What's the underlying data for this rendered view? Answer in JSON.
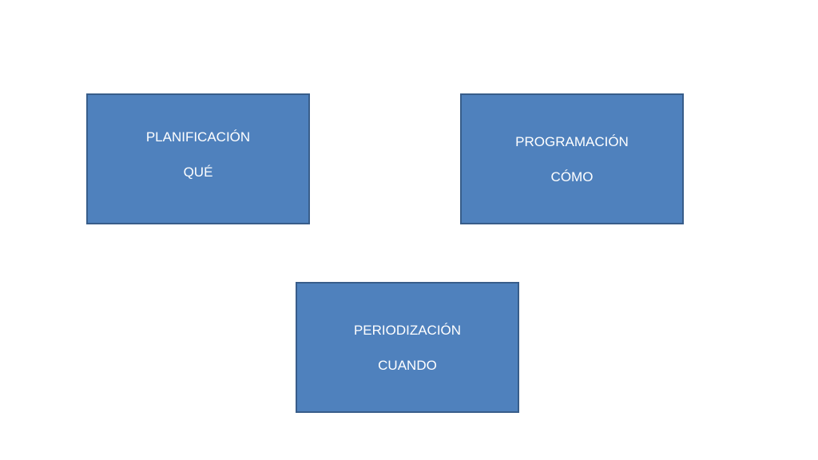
{
  "boxes": [
    {
      "title": "PLANIFICACIÓN",
      "subtitle": "QUÉ"
    },
    {
      "title": "PROGRAMACIÓN",
      "subtitle": "CÓMO"
    },
    {
      "title": "PERIODIZACIÓN",
      "subtitle": "CUANDO"
    }
  ],
  "colors": {
    "box_fill": "#4f81bd",
    "box_border": "#385d8a",
    "text": "#ffffff",
    "background": "#ffffff"
  }
}
